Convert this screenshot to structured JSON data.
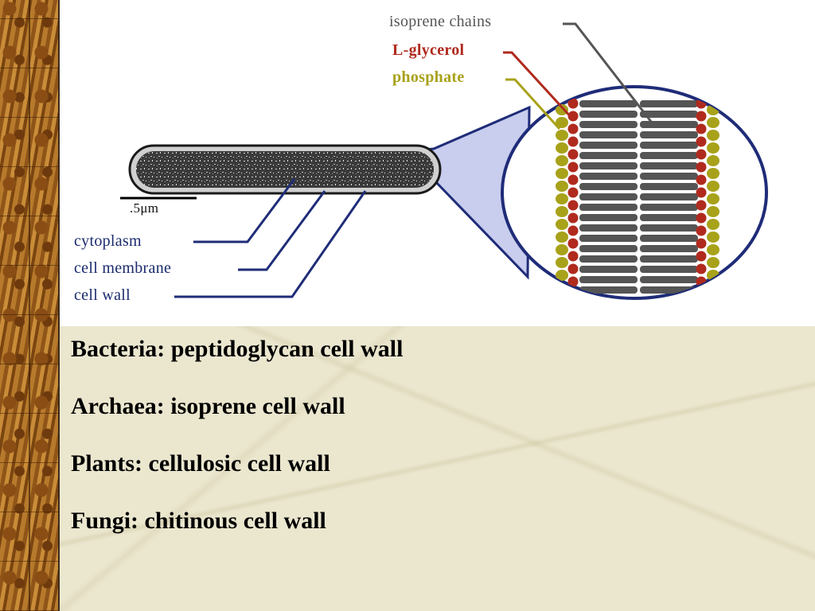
{
  "figure": {
    "scale_label": ".5μm",
    "labels": {
      "isoprene": "isoprene chains",
      "glycerol": "L-glycerol",
      "phosphate": "phosphate",
      "cytoplasm": "cytoplasm",
      "membrane": "cell membrane",
      "wall": "cell wall"
    },
    "colors": {
      "isoprene": "#555555",
      "glycerol": "#b02a1e",
      "phosphate": "#a8a21a",
      "bacterial_labels": "#1a2a6e",
      "zoom_fill": "#c9cdee",
      "outline": "#1f2c78"
    }
  },
  "content": {
    "items": [
      "Bacteria: peptidoglycan cell wall",
      "Archaea: isoprene cell wall",
      "Plants: cellulosic cell wall",
      "Fungi: chitinous cell wall"
    ]
  }
}
